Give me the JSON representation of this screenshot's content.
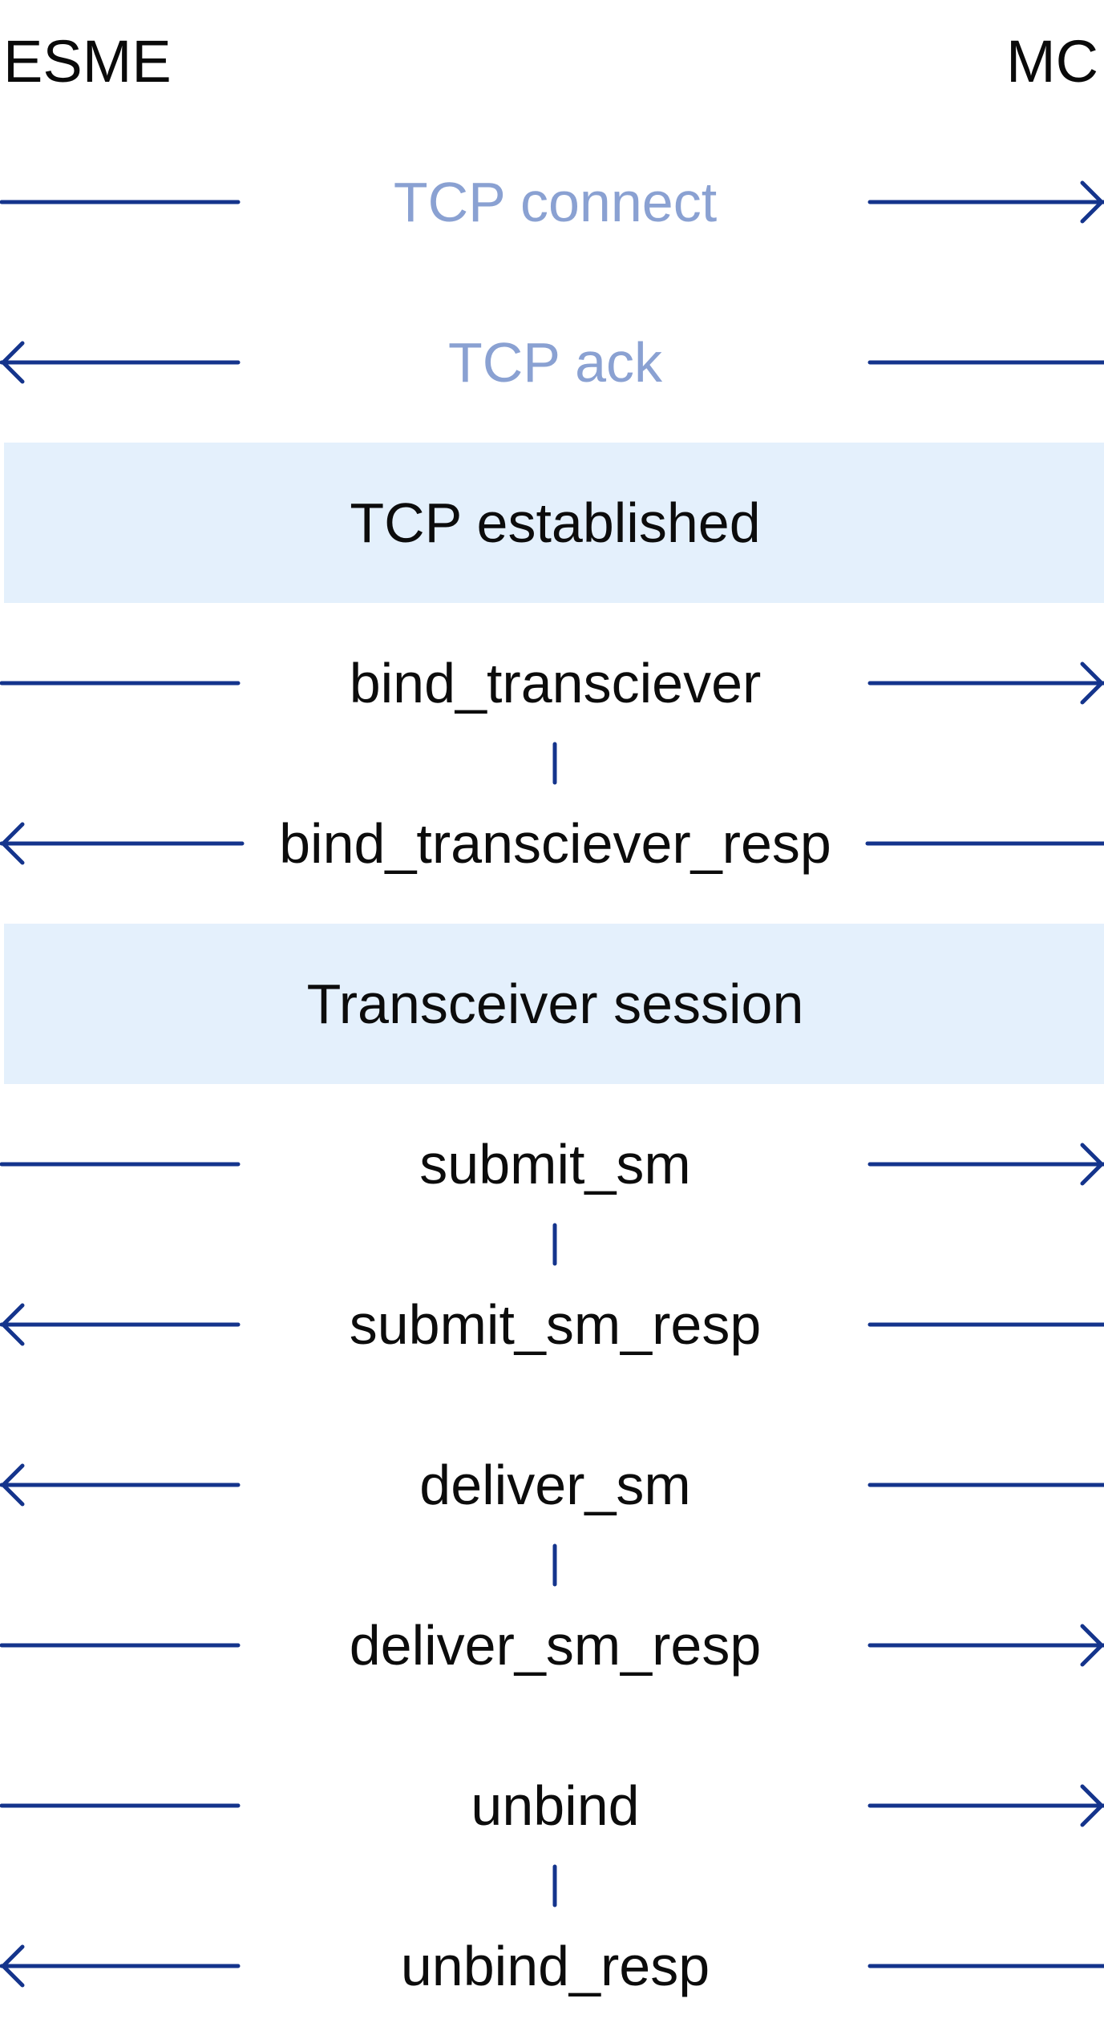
{
  "participants": {
    "left": "ESME",
    "right": "MC"
  },
  "colors": {
    "arrow": "#14348c",
    "muted_text": "#8aa1d2",
    "band_background": "#e4f0fc"
  },
  "messages": [
    {
      "label": "TCP connect",
      "direction": "right",
      "muted": true
    },
    {
      "label": "TCP ack",
      "direction": "left",
      "muted": true
    },
    {
      "label": "bind_transciever",
      "direction": "right",
      "muted": false
    },
    {
      "label": "bind_transciever_resp",
      "direction": "left",
      "muted": false
    },
    {
      "label": "submit_sm",
      "direction": "right",
      "muted": false
    },
    {
      "label": "submit_sm_resp",
      "direction": "left",
      "muted": false
    },
    {
      "label": "deliver_sm",
      "direction": "left",
      "muted": false
    },
    {
      "label": "deliver_sm_resp",
      "direction": "right",
      "muted": false
    },
    {
      "label": "unbind",
      "direction": "right",
      "muted": false
    },
    {
      "label": "unbind_resp",
      "direction": "left",
      "muted": false
    }
  ],
  "phases": [
    {
      "label": "TCP established"
    },
    {
      "label": "Transceiver session"
    }
  ]
}
